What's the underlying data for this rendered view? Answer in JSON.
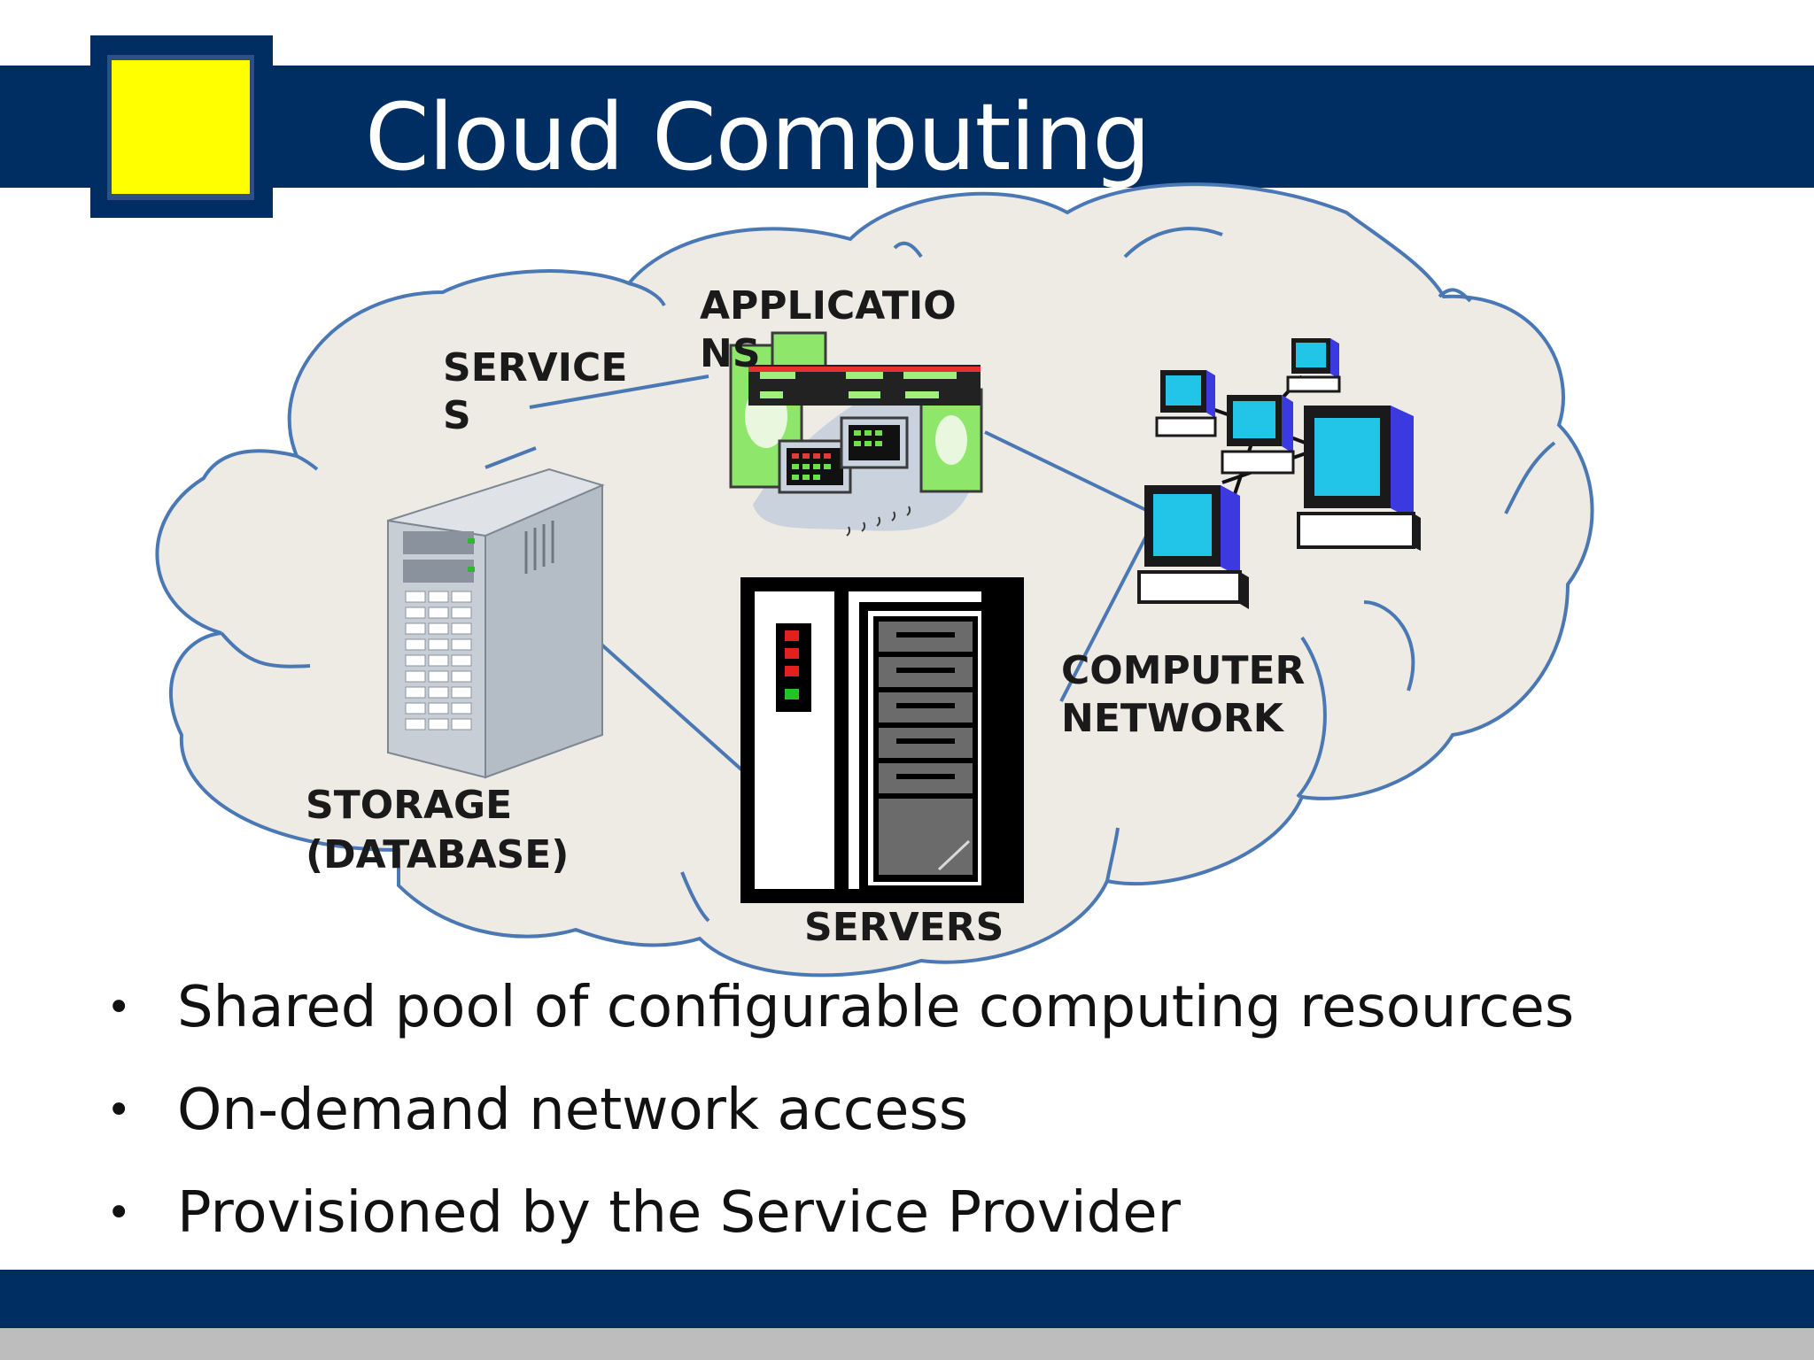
{
  "slide": {
    "title": "Cloud Computing"
  },
  "diagram": {
    "labels": {
      "services_line1": "SERVICE",
      "services_line2": "S",
      "applications_line1": "APPLICATIO",
      "applications_line2": "NS",
      "computer_network_line1": "COMPUTER",
      "computer_network_line2": "NETWORK",
      "storage_line1": "STORAGE",
      "storage_line2": "(DATABASE)",
      "servers": "SERVERS"
    },
    "icons": [
      "server-tower-icon",
      "applications-icon",
      "computer-network-icon",
      "server-rack-icon",
      "cloud-icon"
    ]
  },
  "bullets": [
    "Shared pool of configurable computing resources",
    "On-demand network access",
    "Provisioned by the Service Provider"
  ],
  "colors": {
    "bar": "#002d62",
    "logo_square": "#ffff00",
    "cloud_fill": "#eeebe4",
    "cloud_stroke": "#4a78b5"
  }
}
